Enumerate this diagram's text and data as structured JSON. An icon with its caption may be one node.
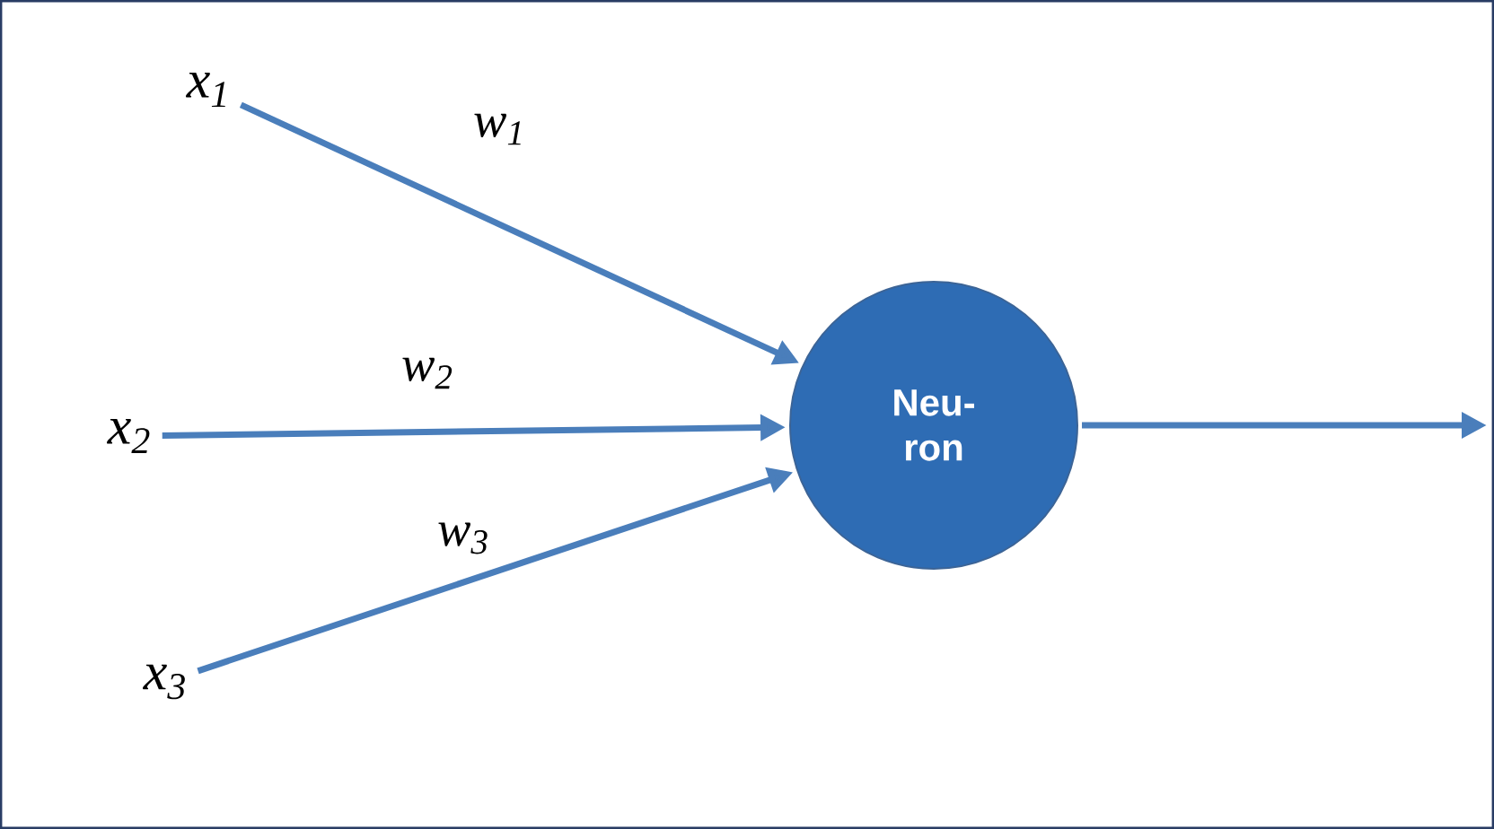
{
  "diagram": {
    "nodes": [
      {
        "text": [
          "x$_{1}$"
        ]
      },
      {
        "text": [
          "x$_{2}$"
        ]
      },
      {
        "text": [
          "x$_{3}$"
        ]
      },
      {
        "text": [
          "Neu- ron"
        ]
      }
    ],
    "edges": [
      {
        "from": 0,
        "to": 3,
        "arrow": "to",
        "label": "w$_{1}$"
      },
      {
        "from": 1,
        "to": 3,
        "arrow": "to",
        "label": "w$_{2}$"
      },
      {
        "from": 2,
        "to": 3,
        "arrow": "to",
        "label": "w$_{3}$"
      },
      {
        "from": 3,
        "to": null,
        "arrow": "to"
      }
    ]
  }
}
